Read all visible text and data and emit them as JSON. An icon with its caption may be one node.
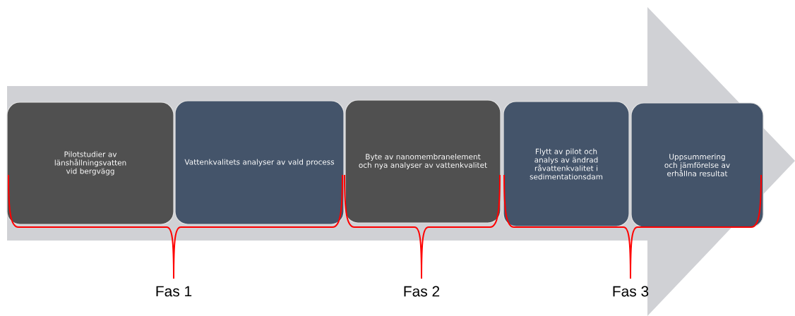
{
  "diagram": {
    "nodes": [
      {
        "text": [
          "Pilotstudier av länshållningsvatten vid bergvägg"
        ]
      },
      {
        "text": [
          "Vattenkvalitets analyser av vald process"
        ]
      },
      {
        "text": [
          "Byte av nanomembranelement och nya analyser av vattenkvalitet"
        ]
      },
      {
        "text": [
          "Flytt av pilot och analys av ändrad råvattenkvalitet i sedimentationsdam"
        ]
      },
      {
        "text": [
          "Uppsummering och jämförelse av erhållna resultat"
        ]
      }
    ],
    "labels": [
      "Fas 1",
      "Fas 2",
      "Fas 3"
    ]
  }
}
